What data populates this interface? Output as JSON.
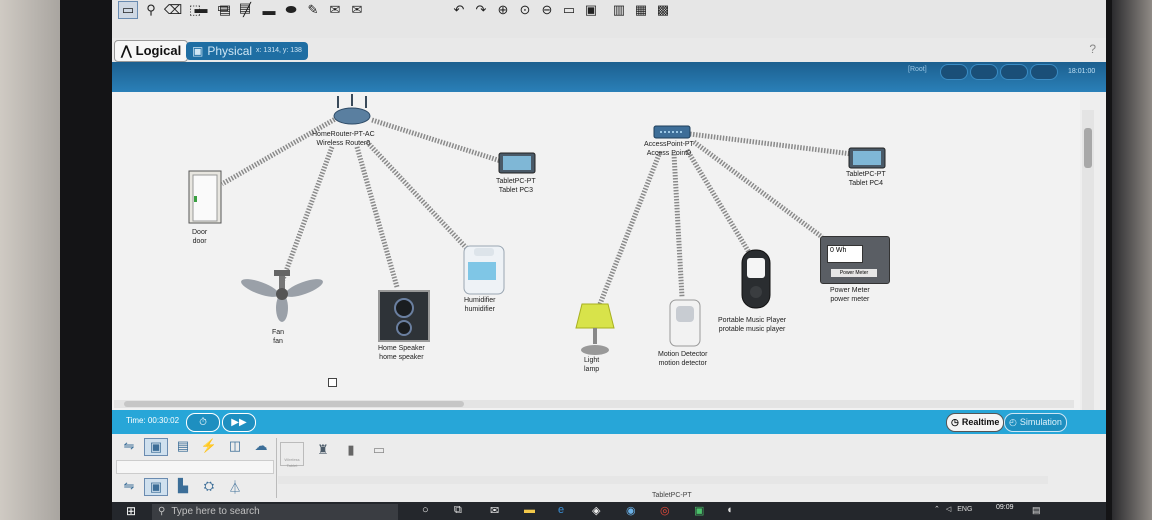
{
  "toolbar": {
    "row1_icons": [
      "select-icon",
      "inspect-icon",
      "delete-icon",
      "resize-icon",
      "note-icon",
      "line-icon",
      "rectangle-icon",
      "ellipse-icon",
      "freeform-icon",
      "pdu-icon",
      "complex-pdu-icon"
    ],
    "row0_icons": [
      "new-icon",
      "open-icon",
      "print-icon",
      "wizard-icon",
      "copy-icon",
      "paste-icon",
      "undo-icon",
      "redo-icon",
      "zoom-in-icon",
      "zoom-reset-icon",
      "zoom-out-icon",
      "drawing-palette-icon",
      "custom-device-icon",
      "view-icon",
      "cluster-icon"
    ]
  },
  "tabs": {
    "logical": "Logical",
    "physical": "Physical",
    "coords": "x: 1314, y: 138"
  },
  "workspace": {
    "root": "[Root]",
    "clock": "18:01:00",
    "help": "?"
  },
  "devices": {
    "router": {
      "line1": "HomeRouter-PT-AC",
      "line2": "Wireless Router0"
    },
    "tablet3": {
      "line1": "TabletPC-PT",
      "line2": "Tablet PC3"
    },
    "door": {
      "line1": "Door",
      "line2": "door"
    },
    "fan": {
      "line1": "Fan",
      "line2": "fan"
    },
    "speaker": {
      "line1": "Home Speaker",
      "line2": "home speaker"
    },
    "humidifier": {
      "line1": "Humidifier",
      "line2": "humidifier"
    },
    "ap": {
      "line1": "AccessPoint-PT",
      "line2": "Access Point0"
    },
    "tablet4": {
      "line1": "TabletPC-PT",
      "line2": "Tablet PC4"
    },
    "lamp": {
      "line1": "Light",
      "line2": "lamp"
    },
    "motion": {
      "line1": "Motion Detector",
      "line2": "motion detector"
    },
    "music": {
      "line1": "Portable Music Player",
      "line2": "protable music player"
    },
    "meter": {
      "line1": "Power Meter",
      "line2": "power meter",
      "display": "0 Wh",
      "plate": "Power Meter"
    }
  },
  "timebar": {
    "time": "Time: 00:30:02",
    "realtime": "Realtime",
    "simulation": "Simulation"
  },
  "bottom": {
    "wireless_tablet_label": "Wireless Tablet",
    "status": "TabletPC-PT"
  },
  "taskbar": {
    "search": "Type here to search",
    "lang": "ENG",
    "time": "09:09"
  }
}
